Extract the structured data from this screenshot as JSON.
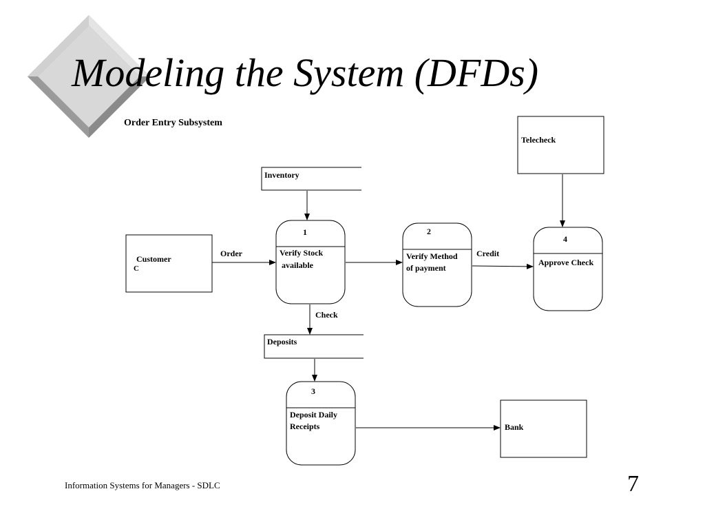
{
  "slide": {
    "title": "Modeling the System (DFDs)",
    "subtitle": "Order Entry Subsystem",
    "footer": "Information Systems for Managers - SDLC",
    "page_number": "7"
  },
  "diagram": {
    "external_entities": {
      "customer": {
        "name": "Customer",
        "code": "C"
      },
      "telecheck": {
        "name": "Telecheck"
      },
      "bank": {
        "name": "Bank"
      }
    },
    "data_stores": {
      "inventory": {
        "name": "Inventory"
      },
      "deposits": {
        "name": "Deposits"
      }
    },
    "processes": {
      "p1": {
        "number": "1",
        "line1": "Verify Stock",
        "line2": "available"
      },
      "p2": {
        "number": "2",
        "line1": "Verify Method",
        "line2": "of payment"
      },
      "p3": {
        "number": "3",
        "line1": "Deposit Daily",
        "line2": "Receipts"
      },
      "p4": {
        "number": "4",
        "line1": "Approve Check",
        "line2": ""
      }
    },
    "flows": {
      "order": "Order",
      "credit": "Credit",
      "check": "Check"
    }
  }
}
